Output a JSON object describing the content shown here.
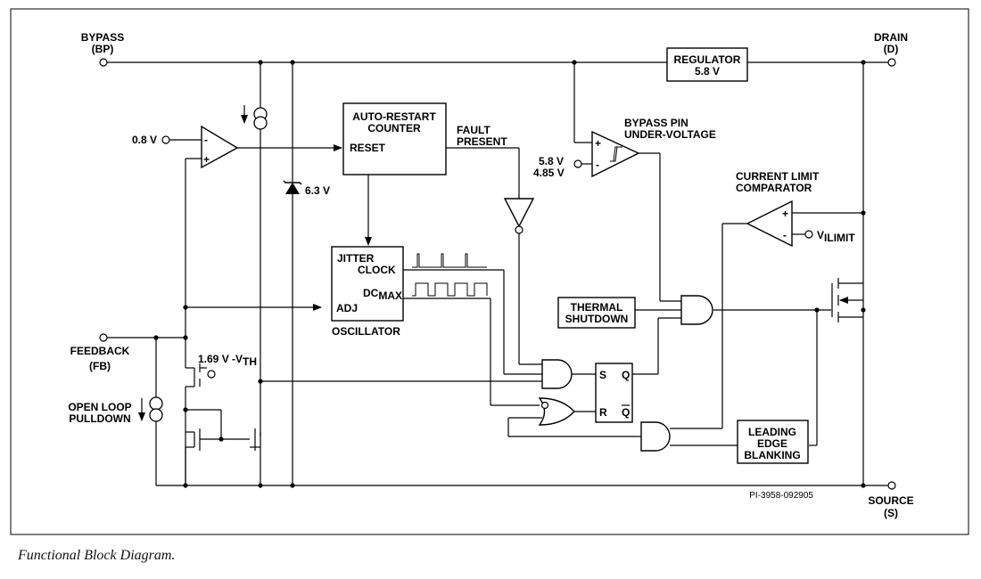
{
  "pins": {
    "bypass": "BYPASS",
    "bypass_abbr": "(BP)",
    "drain": "DRAIN",
    "drain_abbr": "(D)",
    "feedback": "FEEDBACK",
    "feedback_abbr": "(FB)",
    "source": "SOURCE",
    "source_abbr": "(S)"
  },
  "blocks": {
    "regulator": [
      "REGULATOR",
      "5.8 V"
    ],
    "auto_restart": [
      "AUTO-RESTART",
      "COUNTER"
    ],
    "reset": "RESET",
    "fault_present": [
      "FAULT",
      "PRESENT"
    ],
    "bypass_uv": [
      "BYPASS PIN",
      "UNDER-VOLTAGE"
    ],
    "current_limit": [
      "CURRENT LIMIT",
      "COMPARATOR"
    ],
    "jitter": "JITTER",
    "clock": "CLOCK",
    "dc": "DC",
    "dc_sub": "MAX",
    "adj": "ADJ",
    "oscillator": "OSCILLATOR",
    "thermal": [
      "THERMAL",
      "SHUTDOWN"
    ],
    "leading_edge": [
      "LEADING",
      "EDGE",
      "BLANKING"
    ],
    "s": "S",
    "q": "Q",
    "r": "R",
    "qbar": "Q",
    "open_loop": [
      "OPEN LOOP",
      "PULLDOWN"
    ]
  },
  "values": {
    "ref_08": "0.8 V",
    "zener": "6.3 V",
    "uv_high": "5.8 V",
    "uv_low": "4.85 V",
    "vi": "V",
    "vi_i": "I",
    "vi_sub": "LIMIT",
    "vth_prefix": "1.69 V -V",
    "vth_sub": "TH",
    "plus": "+",
    "minus": "-"
  },
  "part_code": "PI-3958-092905",
  "caption": "Functional Block Diagram."
}
